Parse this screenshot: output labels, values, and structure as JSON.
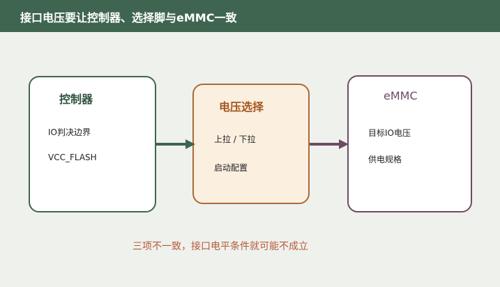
{
  "header": {
    "title": "接口电压要让控制器、选择脚与eMMC一致"
  },
  "diagram": {
    "nodes": [
      {
        "heading": "控制器",
        "lines": [
          "IO判决边界",
          "VCC_FLASH"
        ],
        "accent": "#3e6552"
      },
      {
        "heading": "电压选择",
        "lines": [
          "上拉 / 下拉",
          "启动配置"
        ],
        "accent": "#ad6a38"
      },
      {
        "heading": "eMMC",
        "lines": [
          "目标IO电压",
          "供电规格"
        ],
        "accent": "#6d4c63"
      }
    ],
    "arrows": [
      {
        "color": "#3e6552"
      },
      {
        "color": "#6d4c63"
      }
    ],
    "note": "三项不一致，接口电平条件就可能不成立"
  }
}
